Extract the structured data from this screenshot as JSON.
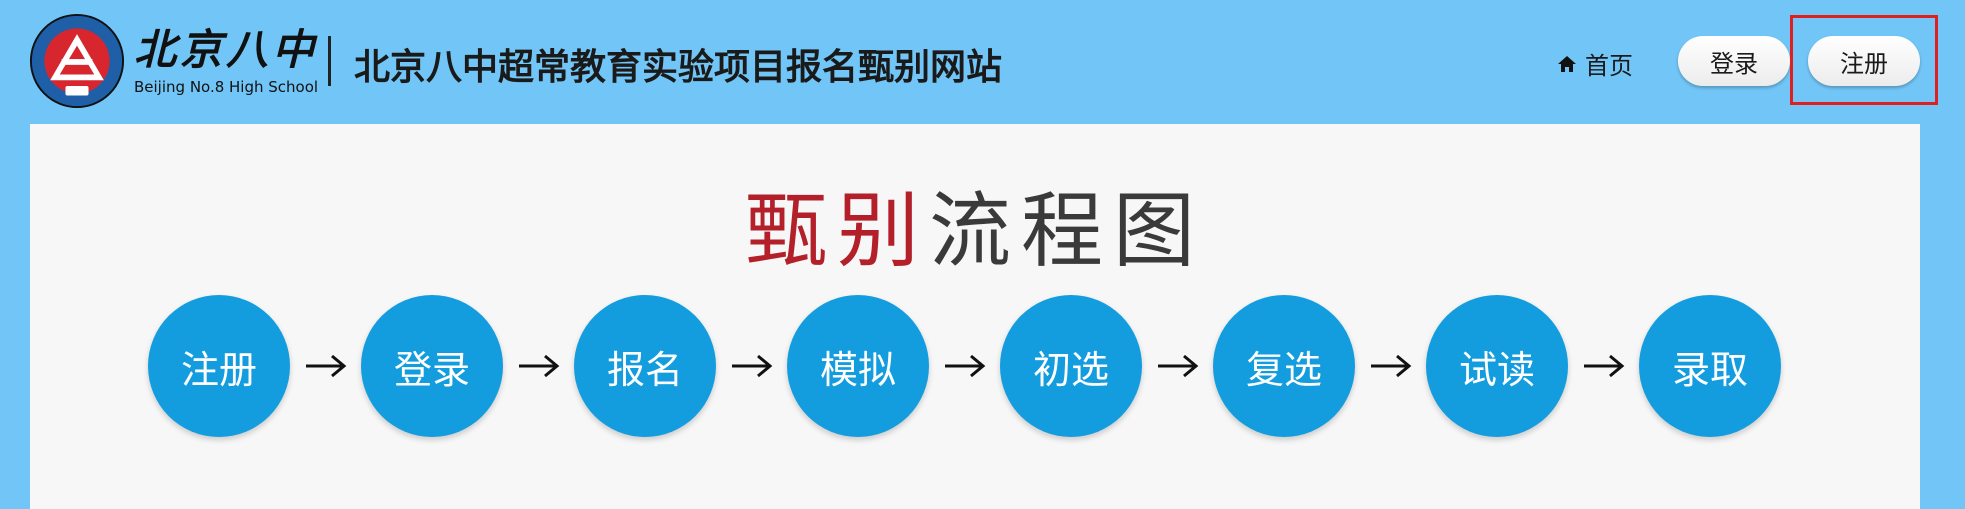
{
  "header": {
    "logo_cn": "北京八中",
    "logo_en": "Beijing No.8 High School",
    "site_title": "北京八中超常教育实验项目报名甄别网站"
  },
  "nav": {
    "home_label": "首页",
    "home_icon": "home-icon",
    "login_label": "登录",
    "register_label": "注册"
  },
  "flowchart": {
    "title_highlight": "甄别",
    "title_rest": "流程图",
    "steps": [
      "注册",
      "登录",
      "报名",
      "模拟",
      "初选",
      "复选",
      "试读",
      "录取"
    ]
  },
  "colors": {
    "background": "#72c6f7",
    "panel": "#f7f7f7",
    "step_circle": "#139ddf",
    "title_accent": "#b3202a",
    "highlight_box": "#e02020"
  }
}
